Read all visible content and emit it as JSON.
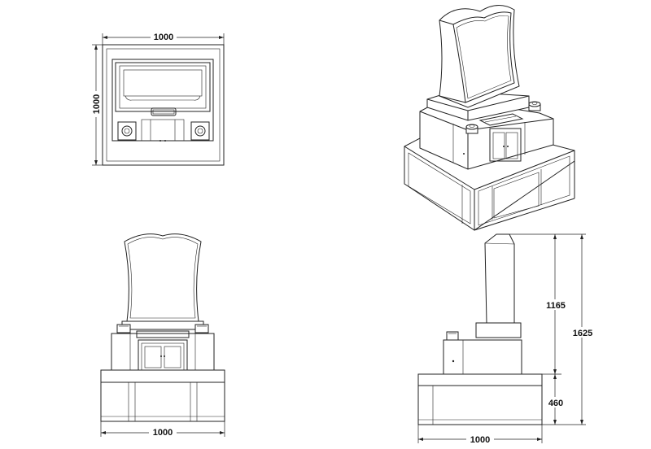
{
  "top_view": {
    "width_label": "1000",
    "depth_label": "1000"
  },
  "front_view": {
    "width_label": "1000"
  },
  "side_view": {
    "width_label": "1000",
    "upper_height_label": "1165",
    "base_height_label": "460",
    "total_height_label": "1625"
  }
}
